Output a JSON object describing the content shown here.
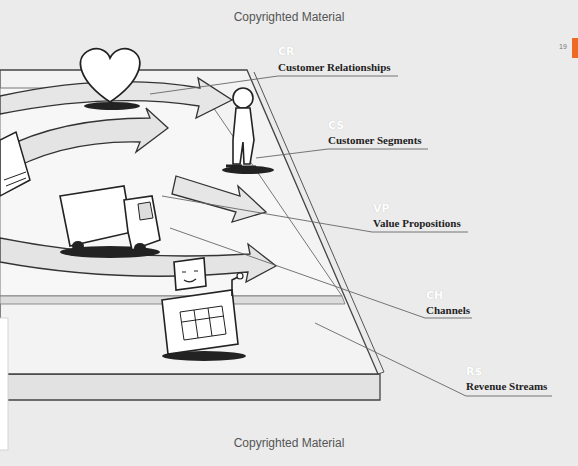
{
  "diagram": {
    "labels": [
      "Copyrighted Material",
      "19",
      "CR",
      "Customer Relationships",
      "CS",
      "Customer Segments",
      "VP",
      "Value Propositions",
      "CH",
      "Channels",
      "R$",
      "Revenue Streams",
      "Copyrighted Material"
    ]
  }
}
